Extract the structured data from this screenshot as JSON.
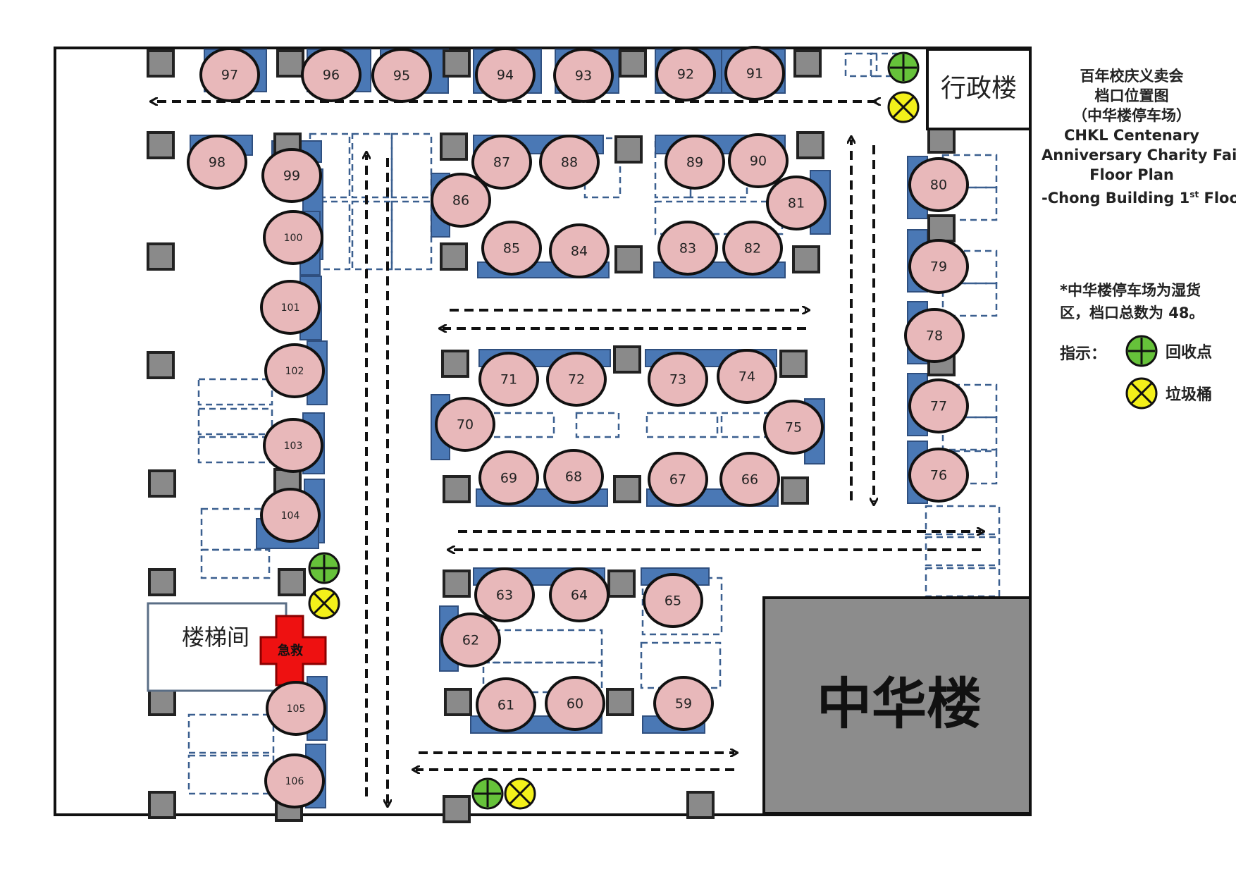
{
  "title_block": {
    "line1": "百年校庆义卖会",
    "line2": "档口位置图",
    "line3": "（中华楼停车场）",
    "line4": "CHKL Centenary",
    "line5": "Anniversary Charity Fair",
    "line6": "Floor Plan",
    "line7_pre": "-Chong Building 1",
    "line7_sup": "st",
    "line7_post": " Floor"
  },
  "note": {
    "line1": "*中华楼停车场为湿货",
    "line2": "区，档口总数为 48。"
  },
  "legend": {
    "label": "指示：",
    "recycle": "回收点",
    "trash": "垃圾桶"
  },
  "buildings": {
    "admin": "行政楼",
    "stairs": "楼梯间",
    "main": "中华楼",
    "first_aid": "急救"
  },
  "colors": {
    "stall_fill": "#e8b8ba",
    "stall_stroke": "#111111",
    "table_blue": "#4a78b5",
    "pillar": "#8a8a8a",
    "building_gray": "#8c8c8c",
    "recycle_green": "#66c23a",
    "trash_yellow": "#f3f01a",
    "first_aid_red": "#ee1111"
  },
  "stalls": [
    "59",
    "60",
    "61",
    "62",
    "63",
    "64",
    "65",
    "66",
    "67",
    "68",
    "69",
    "70",
    "71",
    "72",
    "73",
    "74",
    "75",
    "76",
    "77",
    "78",
    "79",
    "80",
    "81",
    "82",
    "83",
    "84",
    "85",
    "86",
    "87",
    "88",
    "89",
    "90",
    "91",
    "92",
    "93",
    "94",
    "95",
    "96",
    "97",
    "98",
    "99",
    "100",
    "101",
    "102",
    "103",
    "104",
    "105",
    "106"
  ]
}
